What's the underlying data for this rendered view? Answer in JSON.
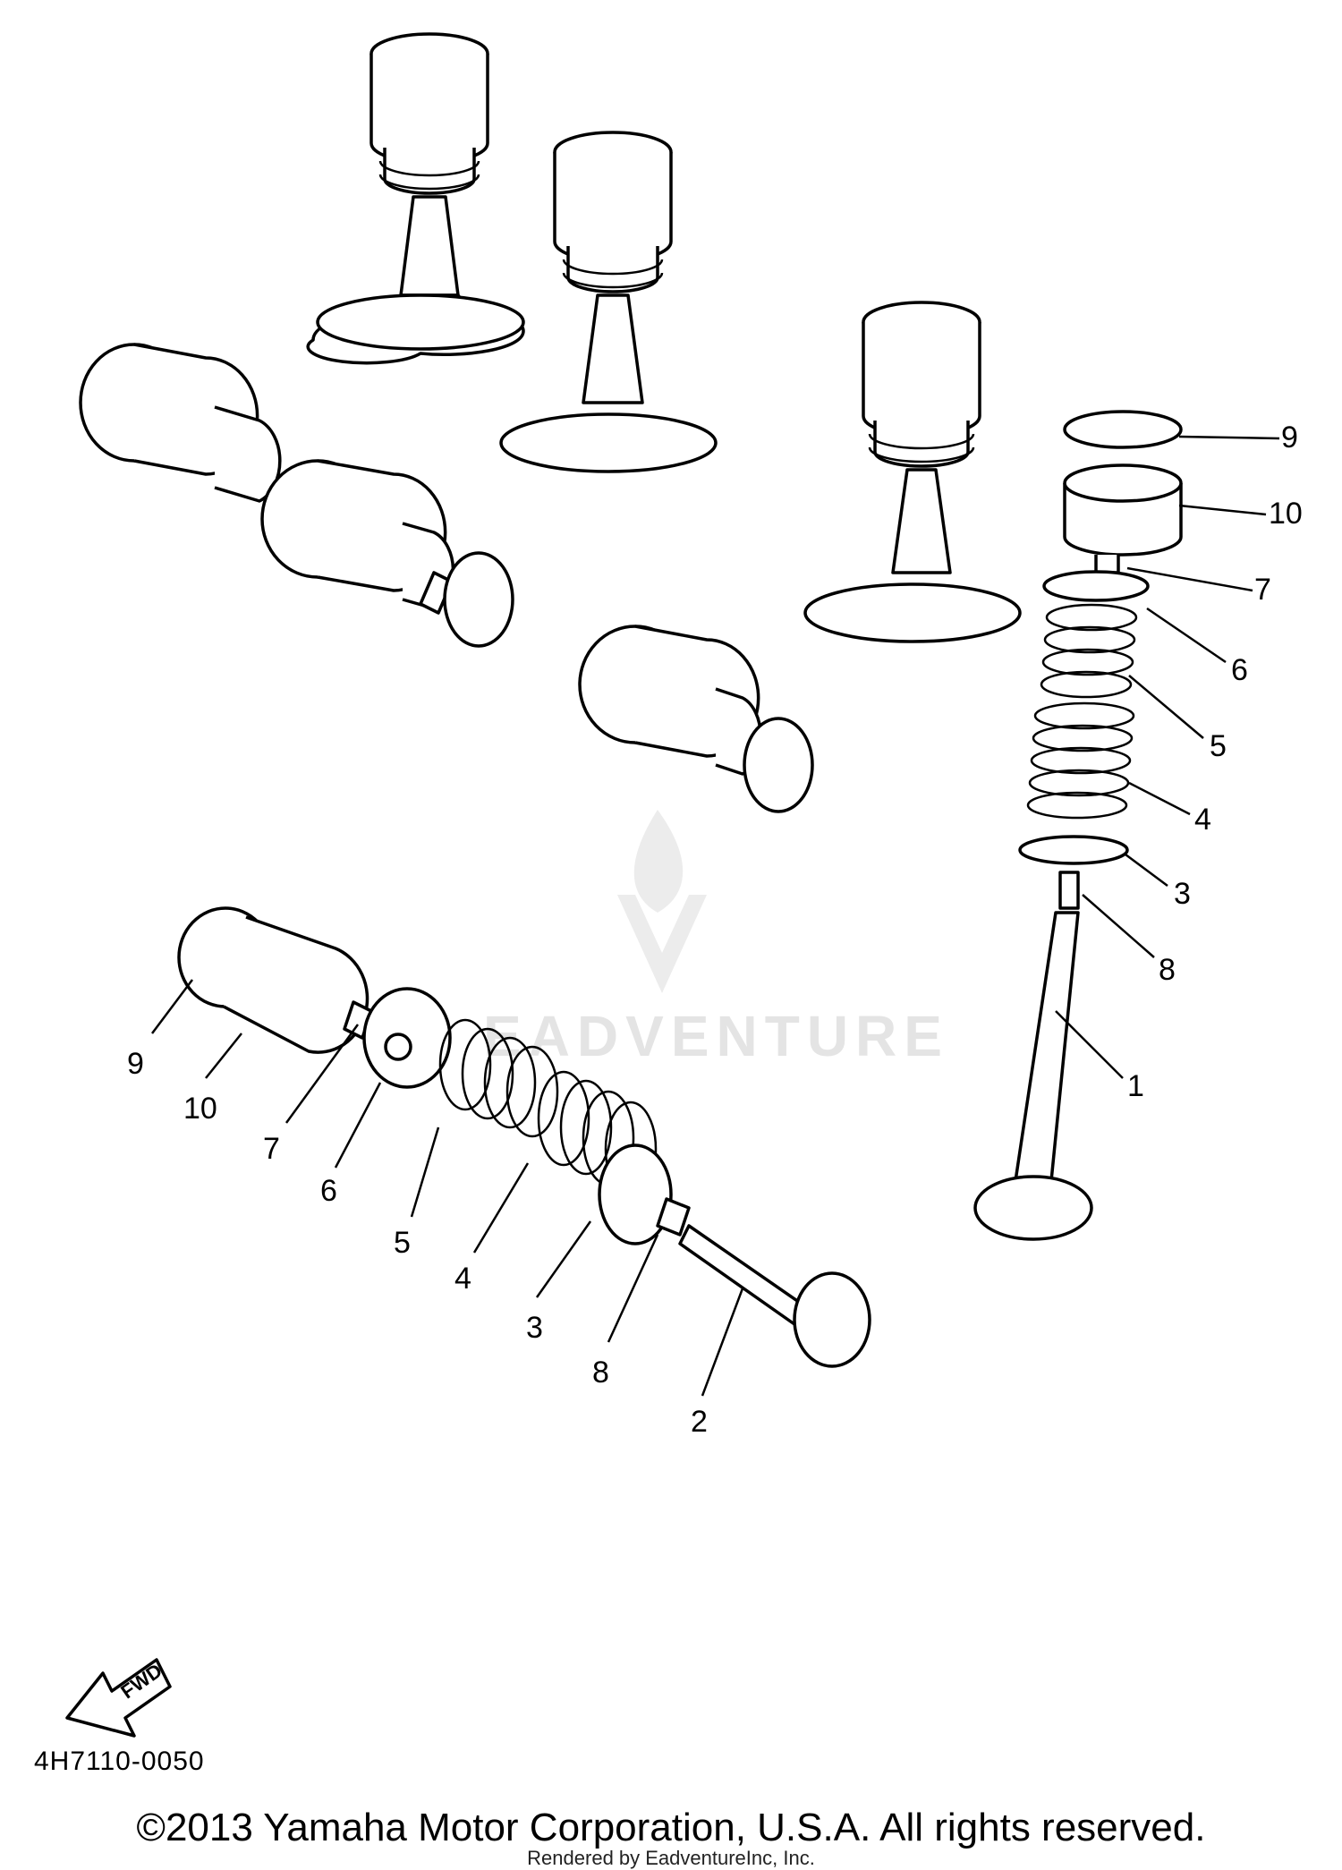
{
  "diagram": {
    "code": "4H7110-0050",
    "copyright": "©2013 Yamaha Motor Corporation, U.S.A. All rights reserved.",
    "rendered_by": "Rendered by EadventureInc, Inc.",
    "watermark": "EADVENTURE",
    "fwd_label": "FWD",
    "callouts_right": [
      "9",
      "10",
      "7",
      "6",
      "5",
      "4",
      "3",
      "8",
      "1"
    ],
    "callouts_left": [
      "9",
      "10",
      "7",
      "6",
      "5",
      "4",
      "3",
      "8",
      "2"
    ]
  }
}
